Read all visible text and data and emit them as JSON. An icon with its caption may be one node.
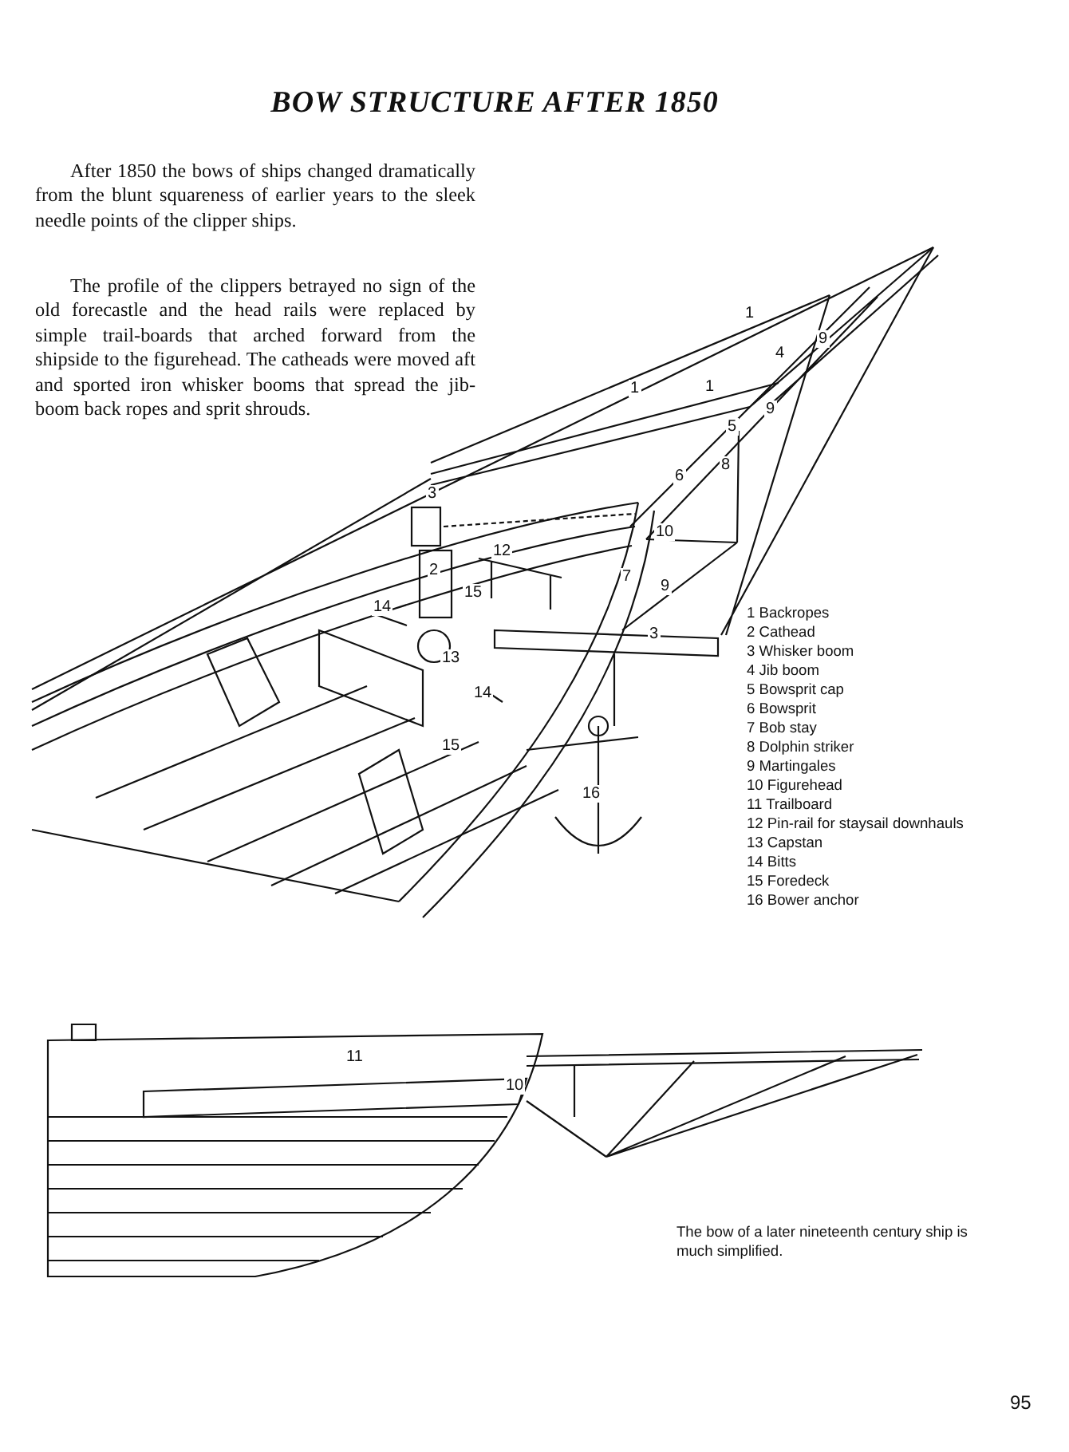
{
  "diagram": {
    "title": "BOW STRUCTURE AFTER 1850",
    "caption": "The bow of a later nineteenth century ship is much simplified.",
    "labels": [
      "After 1850 the bows of ships changed dramatically from the blunt squareness of earlier years to the sleek needle points of the clipper ships.",
      "The profile of the clippers betrayed no sign of the old forecastle and the head rails were replaced by simple trail-boards that arched forward from the shipside to the figurehead. The catheads were moved aft and sported iron whisker booms that spread the jib-boom back ropes and sprit shrouds.",
      "1",
      "9",
      "4",
      "1",
      "1",
      "9",
      "5",
      "6",
      "3",
      "8",
      "10",
      "12",
      "7",
      "2",
      "9",
      "15",
      "14",
      "3",
      "13",
      "14",
      "15",
      "16",
      "1 Backropes",
      "2 Cathead",
      "3 Whisker boom",
      "4 Jib boom",
      "5 Bowsprit cap",
      "6 Bowsprit",
      "7 Bob stay",
      "8 Dolphin striker",
      "9 Martingales",
      "10 Figurehead",
      "11 Trailboard",
      "12 Pin-rail for staysail downhauls",
      "13 Capstan",
      "14 Bitts",
      "15 Foredeck",
      "16 Bower anchor",
      "11",
      "10",
      "95"
    ]
  }
}
